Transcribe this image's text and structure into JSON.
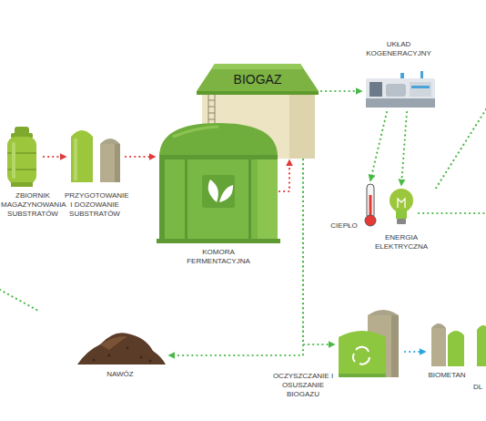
{
  "diagram": {
    "nodes": [
      {
        "text": [
          "ZBIORNIK MAGAZYNOWANIA SUBSTRATÓW"
        ]
      },
      {
        "text": [
          "PRZYGOTOWANIE I DOZOWANIE SUBSTRATÓW"
        ]
      },
      {
        "text": [
          "KOMORA FERMENTACYJNA"
        ]
      },
      {
        "text": [
          "BIOGAZ"
        ]
      },
      {
        "text": [
          "UKŁAD KOGENERACYJNY"
        ]
      },
      {
        "text": [
          "CIEPŁO"
        ]
      },
      {
        "text": [
          "ENERGIA ELEKTRYCZNA"
        ]
      },
      {
        "text": [
          "NAWÓZ"
        ]
      },
      {
        "text": [
          "OCZYSZCZANIE I OSUSZANIE BIOGAZU"
        ]
      },
      {
        "text": [
          "BIOMETAN"
        ]
      }
    ],
    "edges": [
      {
        "from": 0,
        "to": 1,
        "arrow": "to"
      },
      {
        "from": 1,
        "to": 2,
        "arrow": "to"
      },
      {
        "from": 2,
        "to": 3,
        "arrow": "to"
      },
      {
        "from": 3,
        "to": 4,
        "arrow": "to"
      },
      {
        "from": 4,
        "to": 5,
        "arrow": "to"
      },
      {
        "from": 4,
        "to": 6,
        "arrow": "to"
      },
      {
        "from": 3,
        "to": 7,
        "arrow": "to"
      },
      {
        "from": 3,
        "to": 8,
        "arrow": "to"
      },
      {
        "from": 8,
        "to": 9,
        "arrow": "to"
      }
    ],
    "labels": [
      "DL"
    ]
  }
}
